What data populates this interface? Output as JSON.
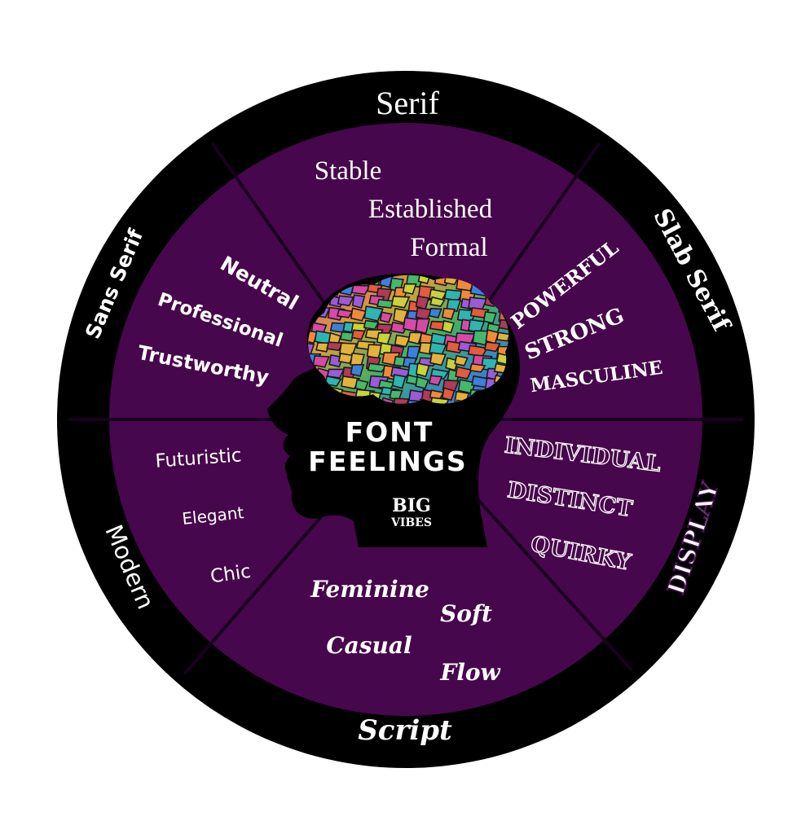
{
  "title": {
    "line1": "FONT",
    "line2": "FEELINGS"
  },
  "brand": {
    "line1": "BIG",
    "line2": "VIBES"
  },
  "colors": {
    "ring": "#000000",
    "segment": "#47074c",
    "divider": "#1a0020",
    "text": "#ffffff",
    "head": "#000000"
  },
  "categories": {
    "serif": "Serif",
    "slab_serif": "Slab Serif",
    "display": "DISPLAY",
    "script": "Script",
    "modern": "Modern",
    "sans_serif": "Sans Serif"
  },
  "feelings": {
    "serif": [
      "Stable",
      "Established",
      "Formal"
    ],
    "slab_serif": [
      "POWERFUL",
      "STRONG",
      "MASCULINE"
    ],
    "display": [
      "INDIVIDUAL",
      "DISTINCT",
      "QUIRKY"
    ],
    "script": [
      "Feminine",
      "Soft",
      "Casual",
      "Flow"
    ],
    "modern": [
      "Futuristic",
      "Elegant",
      "Chic"
    ],
    "sans_serif": [
      "Neutral",
      "Professional",
      "Trustworthy"
    ]
  },
  "icons": {
    "head": "head-silhouette-icon",
    "brain": "mosaic-brain-icon"
  }
}
